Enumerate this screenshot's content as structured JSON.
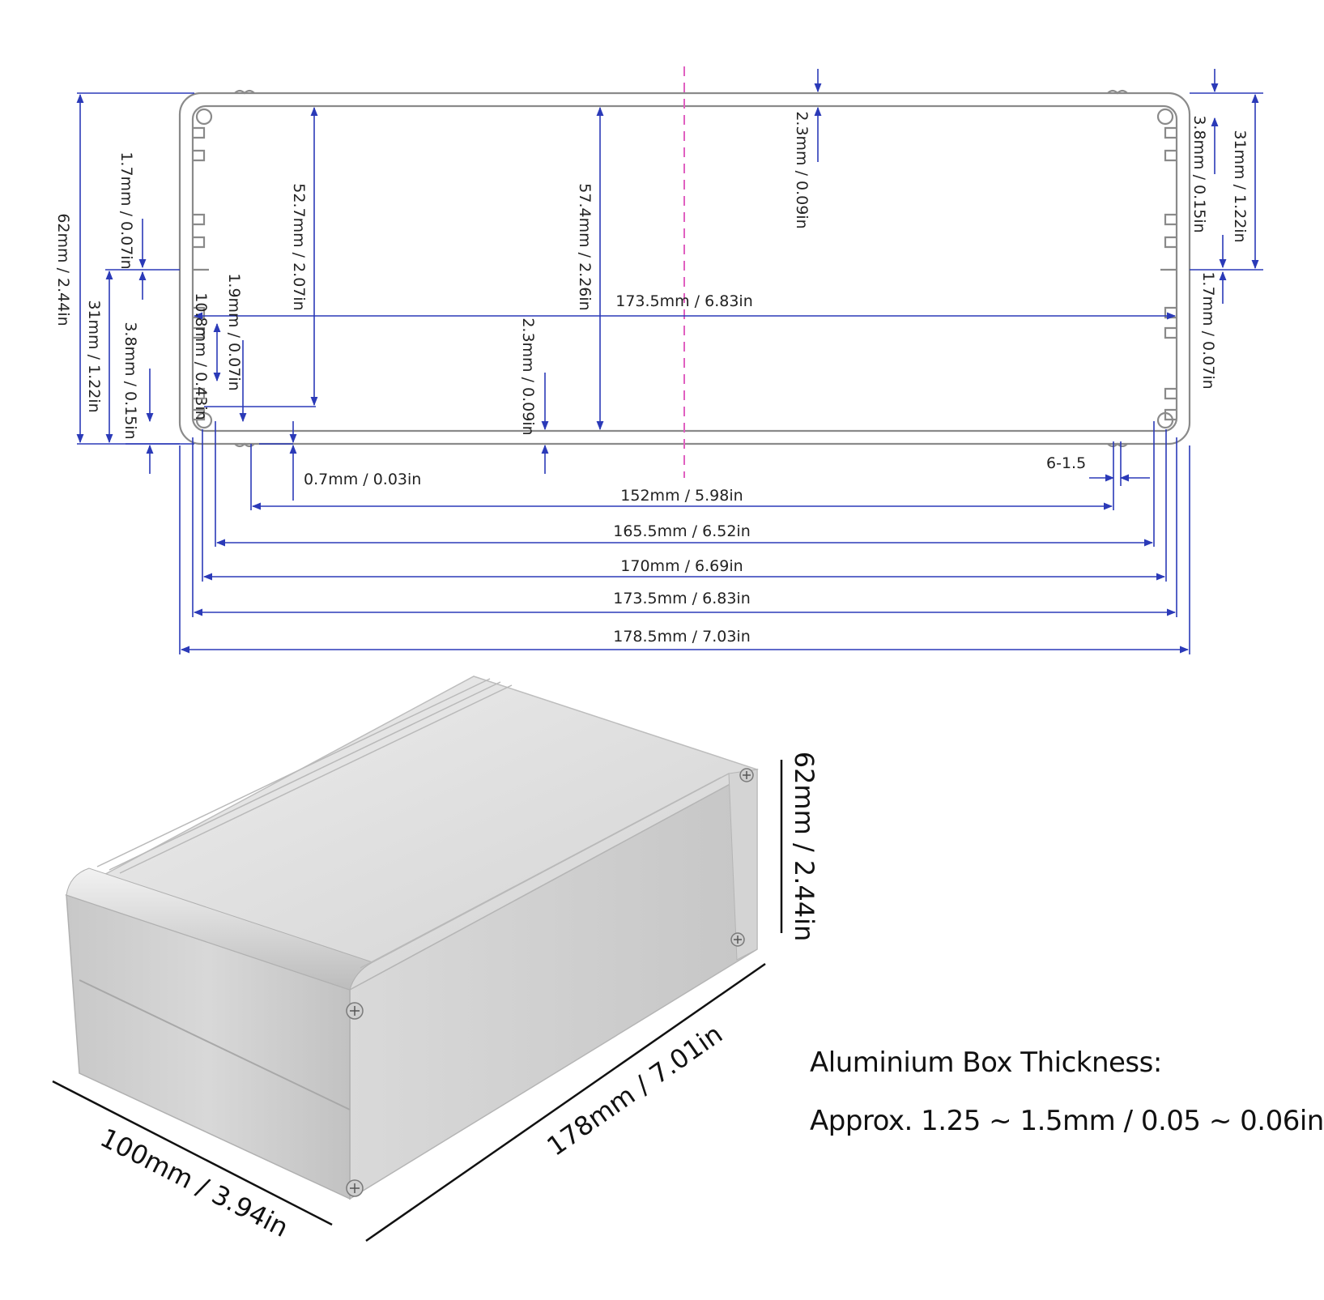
{
  "colors": {
    "dimension": "#2b3ab8",
    "profile": "#8a8a8a",
    "centerline": "#e060c0",
    "box_light": "#e6e6e6",
    "box_mid": "#cfcfcf",
    "box_dark": "#b4b4b4"
  },
  "profile_dims": {
    "height_total": "62mm / 2.44in",
    "half_height_left": "31mm / 1.22in",
    "slot_left_upper": "1.7mm / 0.07in",
    "slot_left_lower": "3.8mm / 0.15in",
    "inner_slot": "10.8mm / 0.43in",
    "rib": "1.9mm / 0.07in",
    "inner_52": "52.7mm / 2.07in",
    "inner_57": "57.4mm / 2.26in",
    "wall_mid": "2.3mm / 0.09in",
    "wall_top": "2.3mm / 0.09in",
    "slot_right_upper": "3.8mm / 0.15in",
    "half_height_right": "31mm / 1.22in",
    "slot_right_lower": "1.7mm / 0.07in",
    "inner_width": "173.5mm / 6.83in",
    "groove": "0.7mm / 0.03in",
    "holes": "6-1.5",
    "w152": "152mm / 5.98in",
    "w165": "165.5mm / 6.52in",
    "w170": "170mm / 6.69in",
    "w173": "173.5mm / 6.83in",
    "w178": "178.5mm / 7.03in"
  },
  "box_dims": {
    "height": "62mm / 2.44in",
    "length": "178mm / 7.01in",
    "width": "100mm / 3.94in"
  },
  "note": {
    "line1": "Aluminium Box Thickness:",
    "line2": "Approx. 1.25 ~ 1.5mm / 0.05 ~ 0.06in"
  }
}
